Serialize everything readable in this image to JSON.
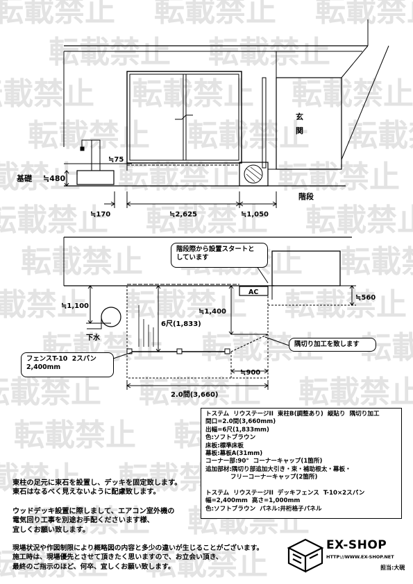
{
  "watermark": "転載禁止",
  "elevation": {
    "kiso_label": "基礎",
    "kiso_value": "≒480",
    "gap_value": "≒75",
    "genkan": [
      "玄",
      "関"
    ],
    "kaidan": "階段",
    "dim_left": "≒170",
    "dim_mid": "≒2,625",
    "dim_right": "≒1,050"
  },
  "plan": {
    "callout_top": "階段際から設置スタートと\nしています",
    "ac_label": "AC",
    "dim_560": "≒560",
    "dim_1100": "≒1,100",
    "gesui": "下水",
    "dim_1400": "≒1,400",
    "depth": "6尺(1,833)",
    "corner_callout": "隅切り加工を致します",
    "fence_callout": "フェンスT-10  2スパン\n2,400mm",
    "dim_900": "≒900",
    "width": "2.0間(3,660)"
  },
  "spec": {
    "lines": [
      "トステム  リウステージII  東柱B(調整あり)  縦貼り  隅切り加工",
      "間口=2.0間(3,660mm)",
      "出幅=6尺(1,833mm)",
      "色:ソフトブラウン",
      "床板:標準床板",
      "幕板:幕板A(31mm)",
      "コーナー部:90°  コーナーキャップ(1箇所)",
      "追加部材:隅切り部追加大引き・束・補助根太・幕板・",
      "            フリーコーナーキャップ(2箇所)",
      "",
      "トステム  リウステージII  デッキフェンス  T-10×2スパン",
      "幅=2,400mm  高さ=1,000mm",
      "色:ソフトブラウン  パネル:井桁格子パネル"
    ]
  },
  "notes": {
    "block1": "東柱の足元に束石を設置し、デッキを固定致します。\n東石はなるべく見えないように配慮致します。",
    "block2": "ウッドデッキ設置に際しまして、エアコン室外機の\n電気回り工事を別途お手配くださいます様、\n宜しくお願い致します。",
    "block3": "現場状況や作図制限により概略図の内容と多少の違いが生じることがございます。\n施工時は、現場優先とさせて頂きたく思いますので、お立会い頂き、\n最終のご指示のほど、何卒、宜しくお願い致します。"
  },
  "logo": {
    "brand": "EX-SHOP",
    "url": "HTTP://WWW.EX-SHOP.NET",
    "staff": "担当:大硯"
  }
}
